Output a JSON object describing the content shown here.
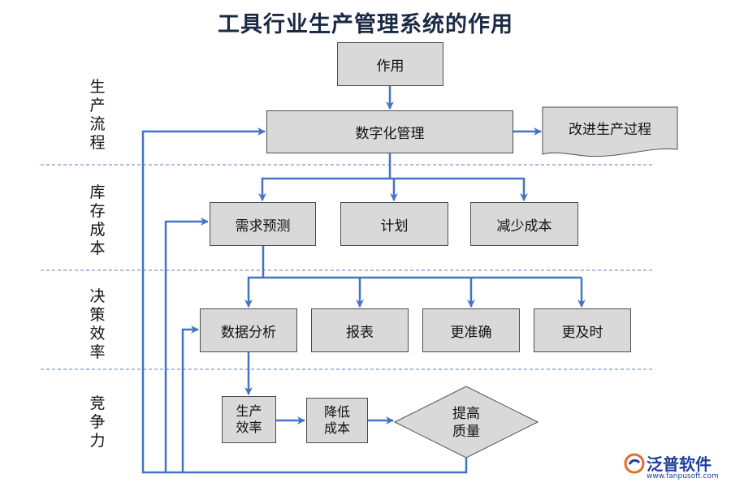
{
  "title": "工具行业生产管理系统的作用",
  "lanes": [
    "生产流程",
    "库存成本",
    "决策效率",
    "竞争力"
  ],
  "nodes": {
    "role": "作用",
    "digital": "数字化管理",
    "improve": "改进生产过程",
    "forecast": "需求预测",
    "plan": "计划",
    "reduce": "减少成本",
    "analysis": "数据分析",
    "report": "报表",
    "accurate": "更准确",
    "timely": "更及时",
    "efficiency": "生产\n效率",
    "lower_cost": "降低\n成本",
    "quality": "提高\n质量"
  },
  "colors": {
    "box_fill": "#d9d9d9",
    "arrow": "#4472c4",
    "divider": "#5b7fbf"
  },
  "logo": {
    "name": "泛普软件",
    "url": "www.fanpusoft.com"
  }
}
